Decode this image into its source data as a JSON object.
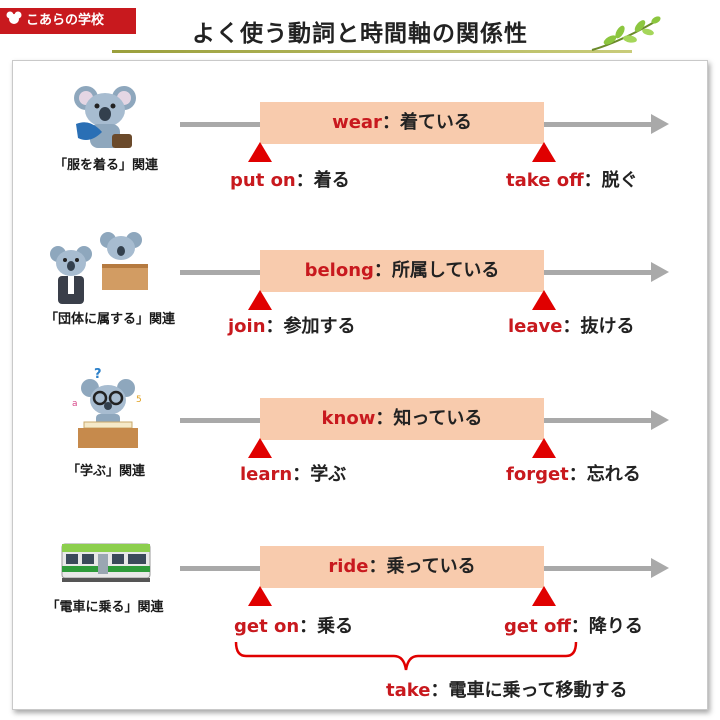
{
  "header": {
    "brand": "こあらの学校",
    "title": "よく使う動詞と時間軸の関係性",
    "brand_color": "#c8191e"
  },
  "rows": [
    {
      "category": "「服を着る」関連",
      "icon": "koala-dressing-icon",
      "state": {
        "verb": "wear",
        "sep": "：",
        "meaning": "着ている"
      },
      "start": {
        "verb": "put on",
        "sep": "：",
        "meaning": "着る"
      },
      "end": {
        "verb": "take off",
        "sep": "：",
        "meaning": "脱ぐ"
      }
    },
    {
      "category": "「団体に属する」関連",
      "icon": "koala-office-icon",
      "state": {
        "verb": "belong",
        "sep": "：",
        "meaning": "所属している"
      },
      "start": {
        "verb": "join",
        "sep": "：",
        "meaning": "参加する"
      },
      "end": {
        "verb": "leave",
        "sep": "：",
        "meaning": "抜ける"
      }
    },
    {
      "category": "「学ぶ」関連",
      "icon": "koala-studying-icon",
      "state": {
        "verb": "know",
        "sep": "：",
        "meaning": "知っている"
      },
      "start": {
        "verb": "learn",
        "sep": "：",
        "meaning": "学ぶ"
      },
      "end": {
        "verb": "forget",
        "sep": "：",
        "meaning": "忘れる"
      }
    },
    {
      "category": "「電車に乗る」関連",
      "icon": "green-train-icon",
      "state": {
        "verb": "ride",
        "sep": "：",
        "meaning": "乗っている"
      },
      "start": {
        "verb": "get on",
        "sep": "：",
        "meaning": "乗る"
      },
      "end": {
        "verb": "get off",
        "sep": "：",
        "meaning": "降りる"
      }
    }
  ],
  "take": {
    "verb": "take",
    "sep": "：",
    "meaning": "電車に乗って移動する"
  },
  "colors": {
    "accent_red": "#c8191e",
    "marker_red": "#e00000",
    "state_fill": "#f8cbad",
    "axis_gray": "#a9a9a9"
  }
}
